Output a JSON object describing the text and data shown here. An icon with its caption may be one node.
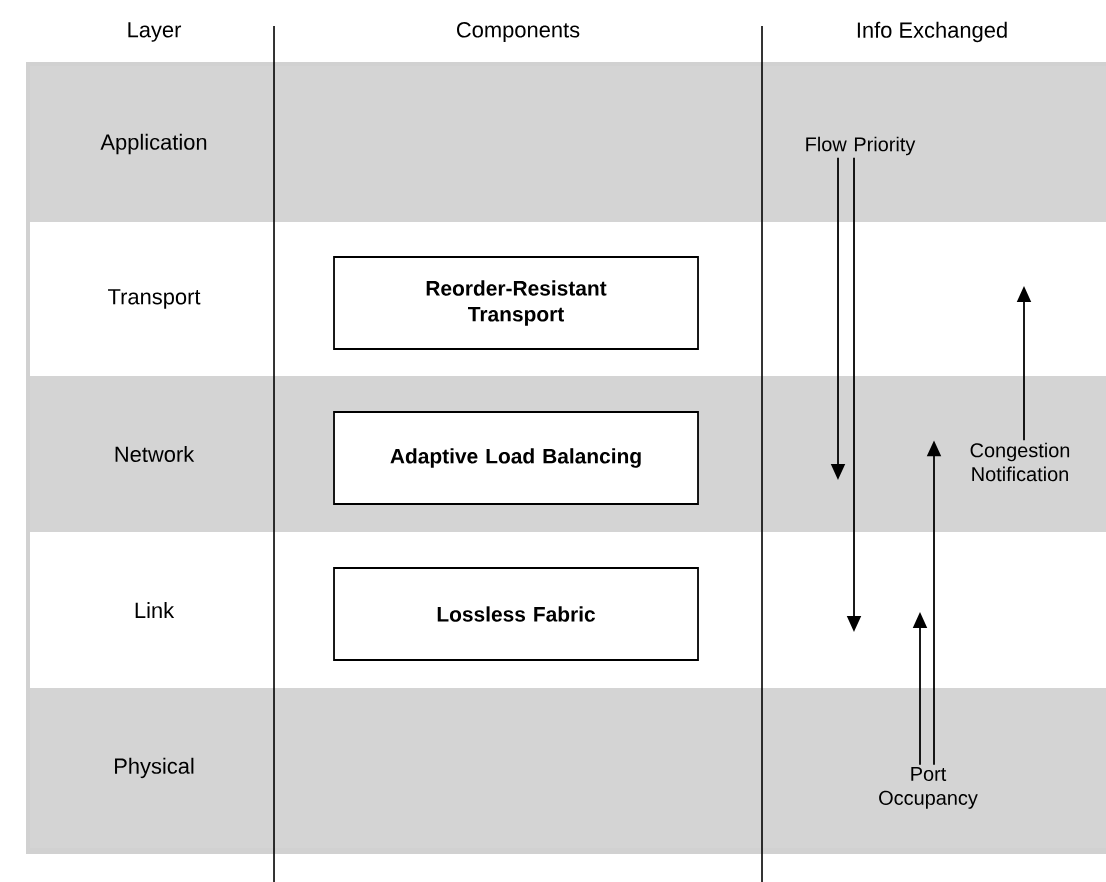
{
  "diagram": {
    "nodes": [
      {
        "text": [
          "Reorder-Resistant Transport"
        ]
      },
      {
        "text": [
          "Adaptive Load Balancing"
        ]
      },
      {
        "text": [
          "Lossless Fabric"
        ]
      },
      {
        "text": [
          "Flow Priority"
        ]
      },
      {
        "text": [
          "Congestion Notification"
        ]
      },
      {
        "text": [
          "Port Occupancy"
        ]
      }
    ],
    "edges": [
      {
        "from": 3,
        "to": null,
        "arrow": "to"
      },
      {
        "from": 3,
        "to": null,
        "arrow": "to"
      },
      {
        "from": 4,
        "to": null,
        "arrow": "to"
      },
      {
        "from": 5,
        "to": null,
        "arrow": "to"
      },
      {
        "from": 5,
        "to": 4,
        "arrow": "to"
      }
    ],
    "labels": [
      "Layer",
      "Components",
      "Info Exchanged",
      "Application",
      "Transport",
      "Network",
      "Link",
      "Physical"
    ]
  }
}
